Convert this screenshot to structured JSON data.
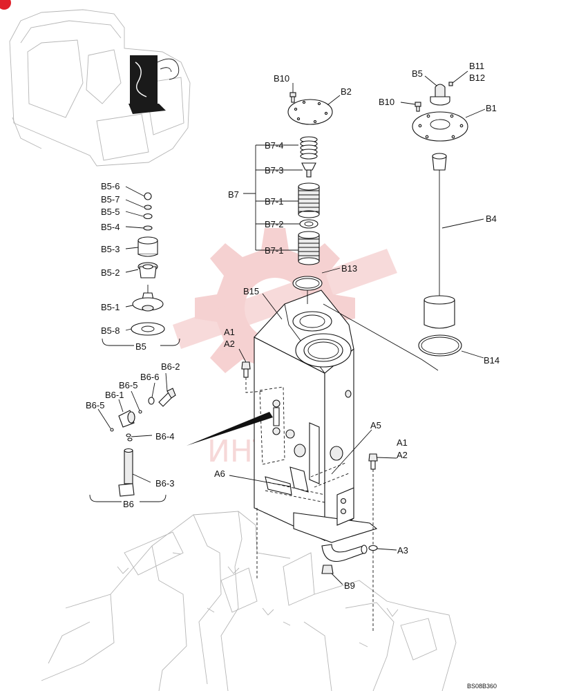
{
  "drawing_code": "BS08B360",
  "watermark_text": "ИНТЕХ",
  "colors": {
    "watermark": "#f4c9c9",
    "corner_badge": "#e0202a",
    "line": "#111111",
    "ghost": "#b5b5b5"
  },
  "labels": {
    "A1": "A1",
    "A2": "A2",
    "A3": "A3",
    "A5": "A5",
    "A6": "A6",
    "B1": "B1",
    "B2": "B2",
    "B4": "B4",
    "B5": "B5",
    "B6": "B6",
    "B7": "B7",
    "B9": "B9",
    "B10": "B10",
    "B11": "B11",
    "B12": "B12",
    "B13": "B13",
    "B14": "B14",
    "B15": "B15",
    "B5_1": "B5-1",
    "B5_2": "B5-2",
    "B5_3": "B5-3",
    "B5_4": "B5-4",
    "B5_5": "B5-5",
    "B5_6": "B5-6",
    "B5_7": "B5-7",
    "B5_8": "B5-8",
    "B6_1": "B6-1",
    "B6_2": "B6-2",
    "B6_3": "B6-3",
    "B6_4": "B6-4",
    "B6_5": "B6-5",
    "B6_6": "B6-6",
    "B7_1": "B7-1",
    "B7_2": "B7-2",
    "B7_3": "B7-3",
    "B7_4": "B7-4"
  }
}
